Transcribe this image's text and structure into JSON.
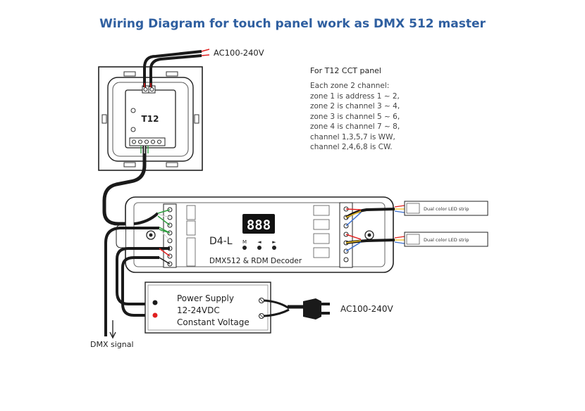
{
  "title": "Wiring Diagram for touch panel work as DMX 512 master",
  "mains_top_label": "AC100-240V",
  "mains_right_label": "AC100-240V",
  "panel_model": "T12",
  "notes": {
    "heading": "For T12 CCT panel",
    "lines": [
      "Each zone 2 channel:",
      "zone 1 is address 1 ~ 2,",
      "zone 2 is channel 3 ~ 4,",
      "zone 3 is channel 5 ~ 6,",
      "zone 4 is channel 7 ~ 8,",
      "channel 1,3,5,7 is WW,",
      "channel 2,4,6,8 is CW."
    ]
  },
  "decoder": {
    "model": "D4-L",
    "name": "DMX512 & RDM Decoder",
    "display": "888",
    "button_labels": [
      "M",
      "◄",
      "►"
    ]
  },
  "led_strips": [
    "Dual color LED strip",
    "Dual color LED strip"
  ],
  "power_supply": {
    "lines": [
      "Power Supply",
      "12-24VDC",
      "Constant Voltage"
    ]
  },
  "dmx_signal_label": "DMX signal",
  "colors": {
    "title": "#2f5fa0",
    "wire": "#1a1a1a",
    "red": "#e02020",
    "green": "#2e9e3e",
    "white": "#ffffff",
    "yellow": "#f0c020",
    "blue": "#3a6fd0",
    "display_bg": "#111111"
  }
}
